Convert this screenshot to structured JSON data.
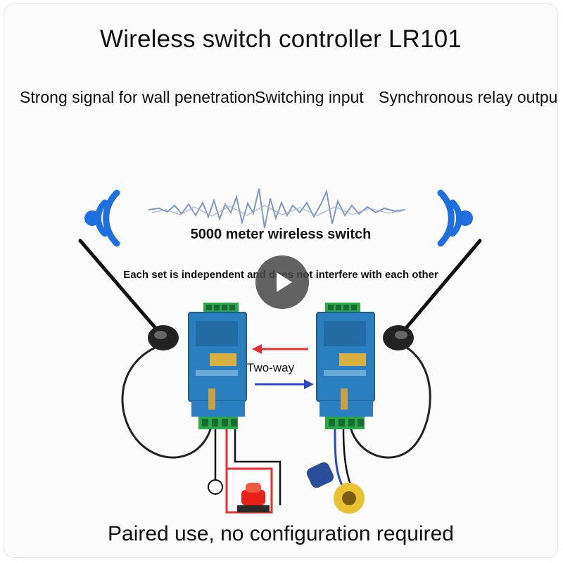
{
  "title": "Wireless switch controller LR101",
  "features": [
    "Strong signal for wall penetration",
    "Switching input",
    "Synchronous relay output"
  ],
  "range_text": "5000 meter wireless switch",
  "independence_text": "Each set is independent and does not interfere with each other",
  "direction_label": "Two-way",
  "bottom_caption": "Paired use, no configuration required",
  "play_button_icon": "play-icon",
  "colors": {
    "signal_blue": "#1e6fe0",
    "device_blue": "#2a7fc0",
    "terminal_green": "#2aa84a",
    "arrow_red": "#e53030",
    "arrow_blue": "#2f48c8",
    "lamp_red": "#e8201a"
  }
}
